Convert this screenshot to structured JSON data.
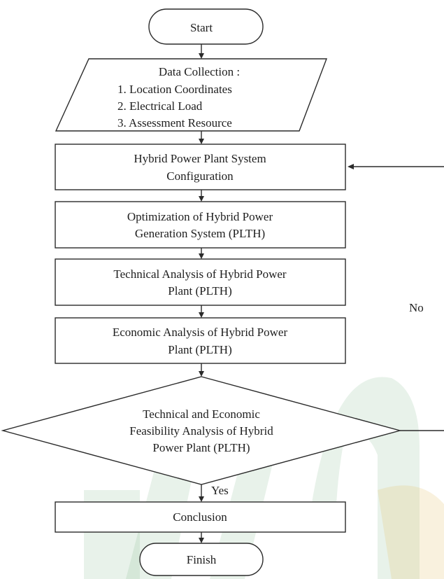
{
  "flowchart": {
    "start": "Start",
    "data_collection": {
      "title": "Data Collection :",
      "items": [
        "1. Location Coordinates",
        "2. Electrical Load",
        "3. Assessment Resource"
      ]
    },
    "configuration": [
      "Hybrid Power Plant System",
      "Configuration"
    ],
    "optimization": [
      "Optimization of Hybrid Power",
      "Generation System (PLTH)"
    ],
    "technical_analysis": [
      "Technical Analysis of Hybrid Power",
      "Plant (PLTH)"
    ],
    "economic_analysis": [
      "Economic Analysis of Hybrid Power",
      "Plant (PLTH)"
    ],
    "decision": [
      "Technical and Economic",
      "Feasibility Analysis of Hybrid",
      "Power Plant (PLTH)"
    ],
    "yes_label": "Yes",
    "no_label": "No",
    "conclusion": "Conclusion",
    "finish": "Finish"
  }
}
